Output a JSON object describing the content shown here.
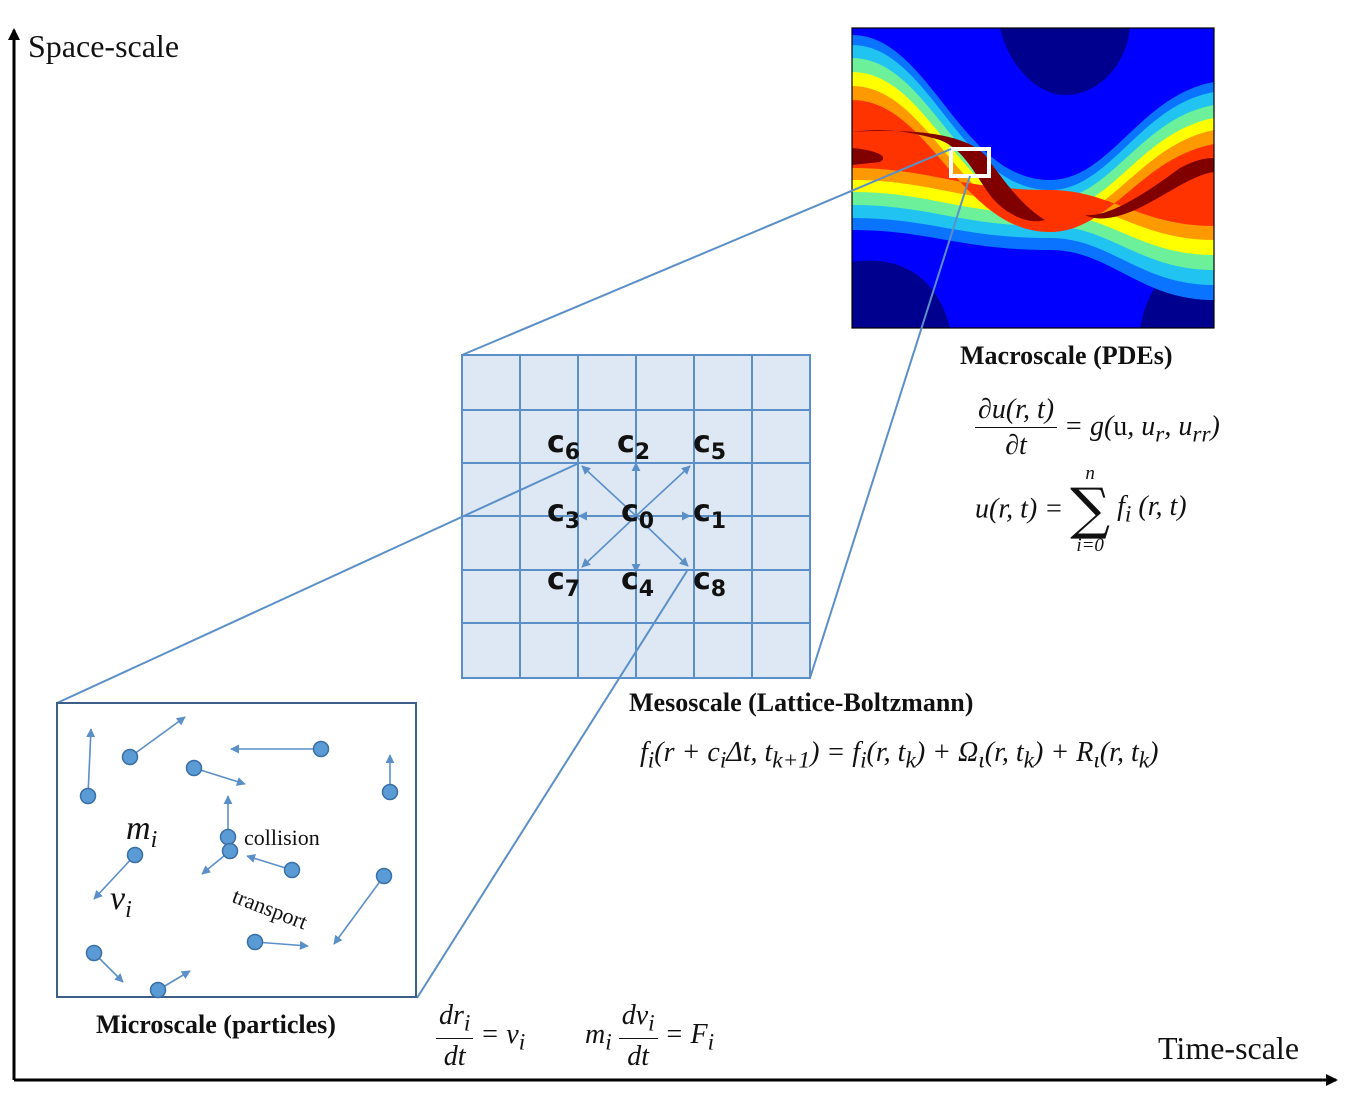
{
  "axes": {
    "y_label": "Space-scale",
    "x_label": "Time-scale"
  },
  "macroscale": {
    "title": "Macroscale (PDEs)",
    "eq1_num": "∂u(r, t)",
    "eq1_den": "∂t",
    "eq1_rhs_a": "= g(",
    "eq1_rhs_u": "u",
    "eq1_rhs_b": ", u",
    "eq1_sub_r": "r",
    "eq1_rhs_c": ", u",
    "eq1_sub_rr": "rr",
    "eq1_rhs_d": ")",
    "eq2_lhs": "u(r, t) =",
    "eq2_sum_top": "n",
    "eq2_sum_sym": "∑",
    "eq2_sum_bottom": "i=0",
    "eq2_rhs_f": "f",
    "eq2_rhs_sub": "i",
    "eq2_rhs_args": " (r, t)"
  },
  "mesoscale": {
    "title": "Mesoscale (Lattice-Boltzmann)",
    "equation_parts": [
      "f",
      "i",
      "(r + c",
      "i",
      "Δt, t",
      "k+1",
      ") = f",
      "i",
      "(r, t",
      "k",
      ") + Ω",
      "ι",
      "(r, t",
      "k",
      ") + R",
      "ι",
      "(r, t",
      "k",
      ")"
    ],
    "velocities": [
      {
        "base": "c",
        "sub": "0"
      },
      {
        "base": "c",
        "sub": "1"
      },
      {
        "base": "c",
        "sub": "2"
      },
      {
        "base": "c",
        "sub": "3"
      },
      {
        "base": "c",
        "sub": "4"
      },
      {
        "base": "c",
        "sub": "5"
      },
      {
        "base": "c",
        "sub": "6"
      },
      {
        "base": "c",
        "sub": "7"
      },
      {
        "base": "c",
        "sub": "8"
      }
    ]
  },
  "microscale": {
    "title": "Microscale (particles)",
    "mass_symbol": "m",
    "mass_sub": "i",
    "velocity_symbol": "v",
    "velocity_sub": "i",
    "collision_label": "collision",
    "transport_label": "transport",
    "eq1_num": "dr",
    "eq1_num_sub": "i",
    "eq1_den": "dt",
    "eq1_rhs": "= v",
    "eq1_rhs_sub": "i",
    "eq2_lhs": "m",
    "eq2_lhs_sub": "i",
    "eq2_num": "dv",
    "eq2_num_sub": "i",
    "eq2_den": "dt",
    "eq2_rhs": "= F",
    "eq2_rhs_sub": "i"
  },
  "colors": {
    "axis": "#000000",
    "line": "#5b8fc8",
    "grid_fill": "#dde8f4",
    "particle": "#5b9bd5",
    "particle_stroke": "#3a6fa5",
    "box_border": "#3b5f86",
    "contour": [
      "#00008f",
      "#0000ff",
      "#0a73ff",
      "#21c3f0",
      "#6cf09a",
      "#ffff00",
      "#ff9900",
      "#ff3300",
      "#800000"
    ]
  }
}
